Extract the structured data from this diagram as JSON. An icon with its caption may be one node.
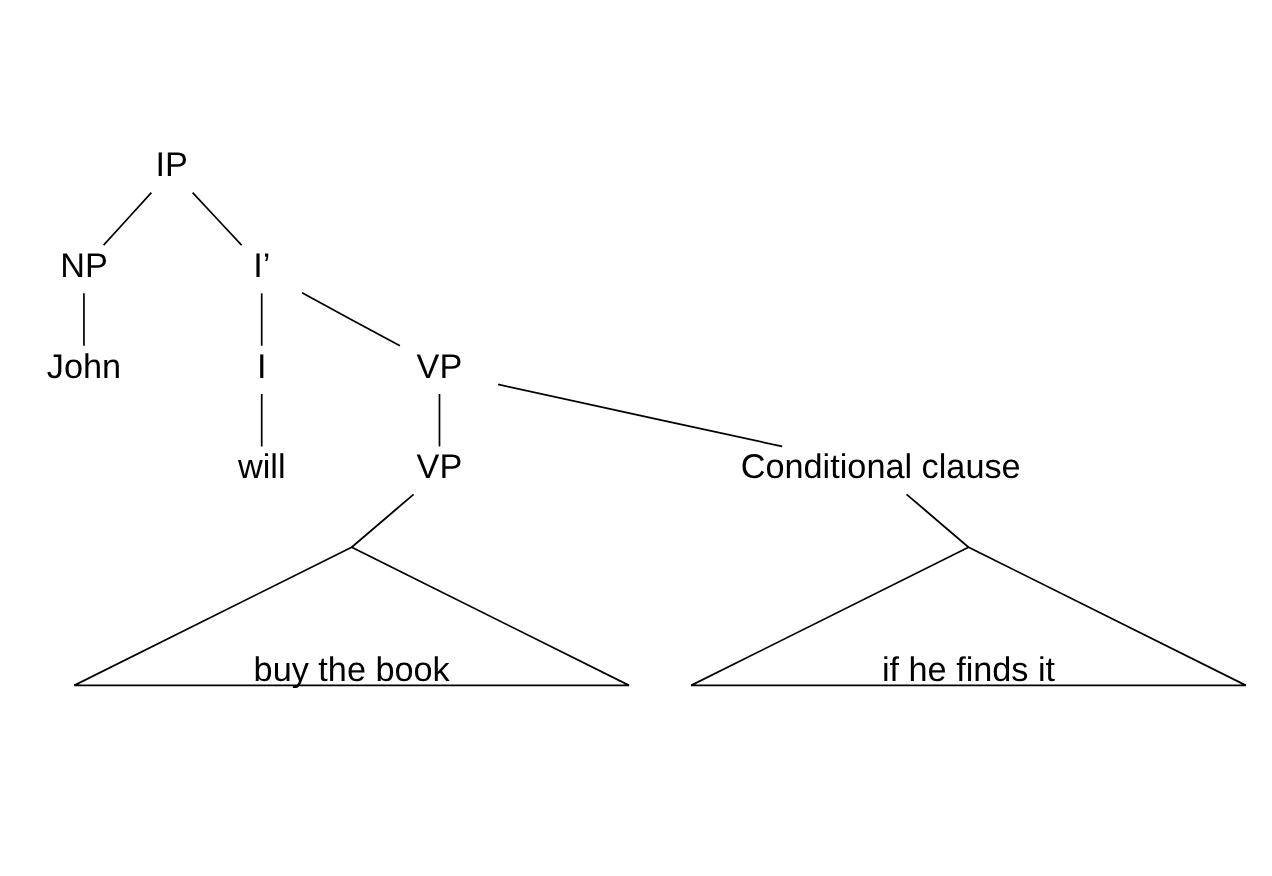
{
  "diagram": {
    "nodes": [
      {
        "text": [
          "IP"
        ]
      },
      {
        "text": [
          "NP"
        ]
      },
      {
        "text": [
          "I’"
        ]
      },
      {
        "text": [
          "John"
        ]
      },
      {
        "text": [
          "I"
        ]
      },
      {
        "text": [
          "VP"
        ]
      },
      {
        "text": [
          "will"
        ]
      },
      {
        "text": [
          "VP"
        ]
      },
      {
        "text": [
          "Conditional clause"
        ]
      },
      {
        "text": [
          "buy the book"
        ]
      },
      {
        "text": [
          "if he finds it"
        ]
      }
    ],
    "edges": [
      {
        "from": 0,
        "to": 1,
        "arrow": "none"
      },
      {
        "from": 0,
        "to": 2,
        "arrow": "none"
      },
      {
        "from": 1,
        "to": 3,
        "arrow": "none"
      },
      {
        "from": 2,
        "to": 4,
        "arrow": "none"
      },
      {
        "from": 2,
        "to": 5,
        "arrow": "none"
      },
      {
        "from": 4,
        "to": 6,
        "arrow": "none"
      },
      {
        "from": 5,
        "to": 7,
        "arrow": "none"
      },
      {
        "from": 5,
        "to": 8,
        "arrow": "none"
      },
      {
        "from": 7,
        "to": 9,
        "arrow": "none"
      },
      {
        "from": 8,
        "to": 10,
        "arrow": "none"
      }
    ]
  }
}
